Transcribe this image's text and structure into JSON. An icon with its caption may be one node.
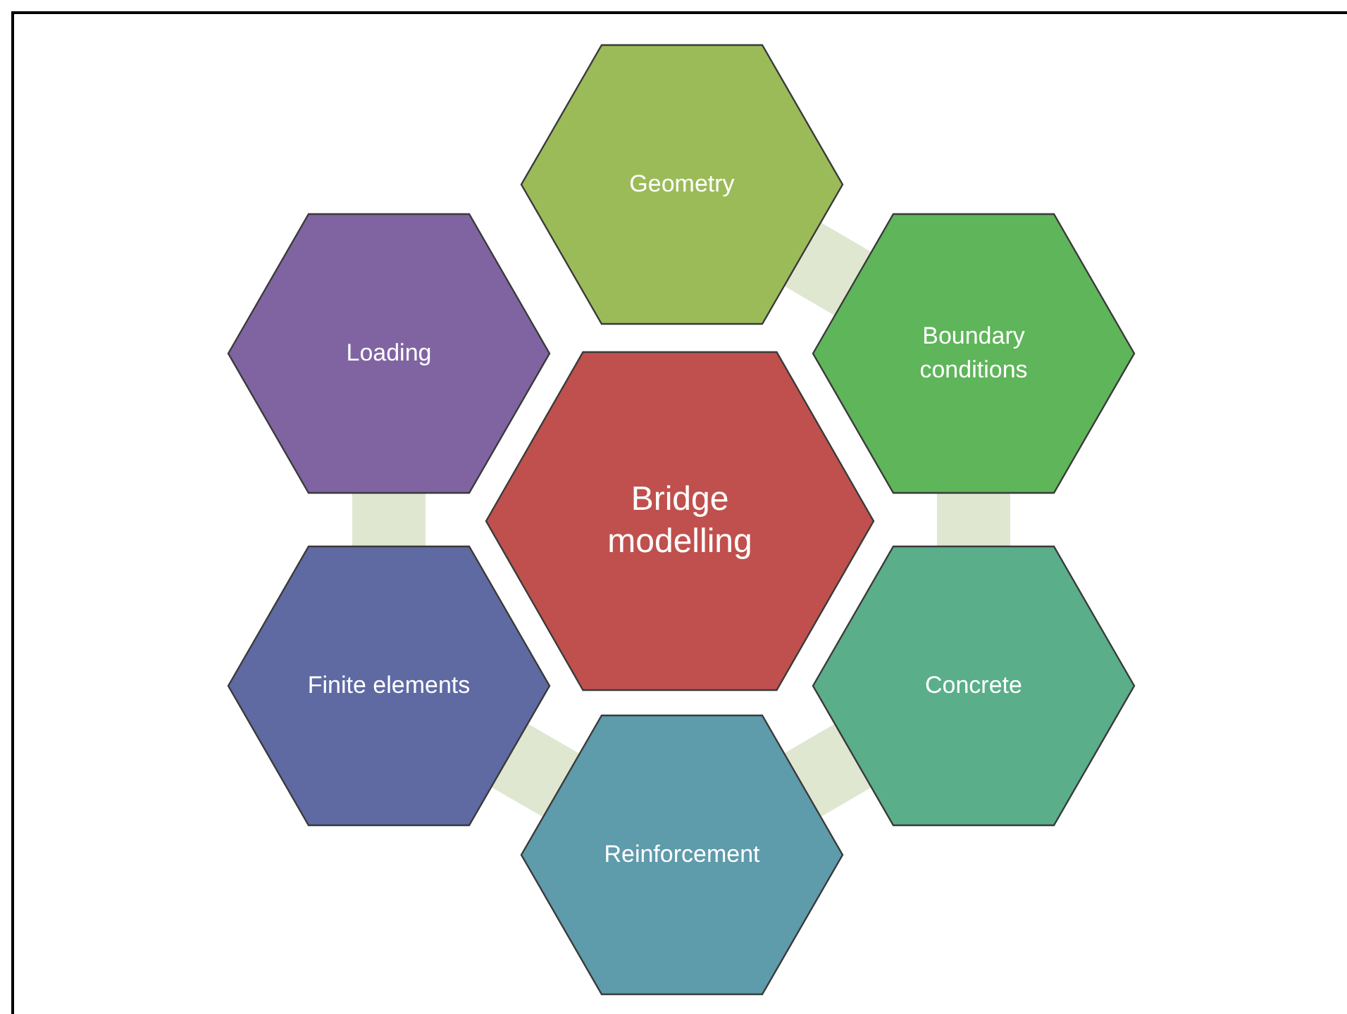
{
  "diagram": {
    "nodes": [
      {
        "text": [
          "Geometry"
        ]
      },
      {
        "text": [
          "Loading"
        ]
      },
      {
        "text": [
          "Boundary conditions"
        ]
      },
      {
        "text": [
          "Bridge modelling"
        ]
      },
      {
        "text": [
          "Finite elements"
        ]
      },
      {
        "text": [
          "Concrete"
        ]
      },
      {
        "text": [
          "Reinforcement"
        ]
      }
    ],
    "edges": [
      {
        "from": 0,
        "to": 2,
        "arrow": "none"
      },
      {
        "from": 2,
        "to": 5,
        "arrow": "none"
      },
      {
        "from": 5,
        "to": 6,
        "arrow": "none"
      },
      {
        "from": 6,
        "to": 4,
        "arrow": "none"
      },
      {
        "from": 4,
        "to": 1,
        "arrow": "none"
      }
    ]
  }
}
